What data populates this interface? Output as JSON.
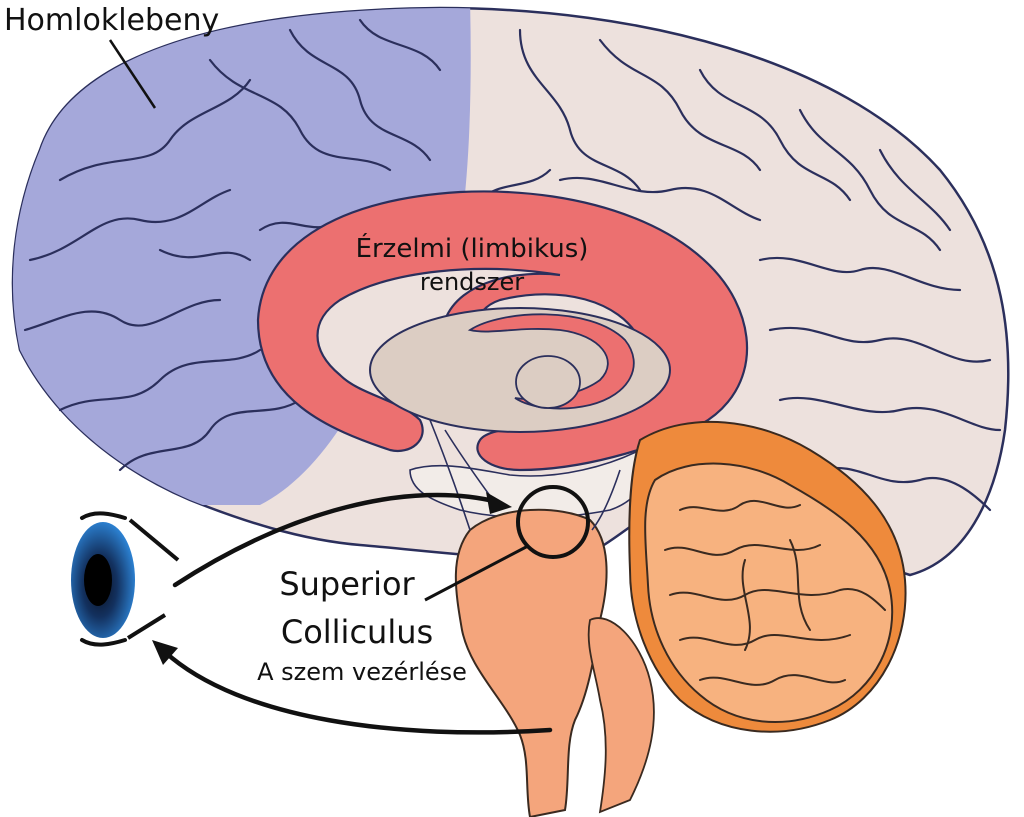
{
  "labels": {
    "frontal_lobe": "Homloklebeny",
    "limbic_line1": "Érzelmi (limbikus)",
    "limbic_line2": "rendszer",
    "colliculus_line1": "Superior",
    "colliculus_line2": "Colliculus",
    "eye_control": "A szem vezérlése"
  },
  "colors": {
    "frontal_lobe": "#a5a8da",
    "cortex": "#ede1dd",
    "limbic": "#ec7070",
    "thalamus": "#dccdc3",
    "brainstem": "#f4a57c",
    "cerebellum": "#f7b27f",
    "cerebellum_dark": "#ee8a3c",
    "eye_iris": "#2a7fd0",
    "outline": "#2b2f5c"
  }
}
